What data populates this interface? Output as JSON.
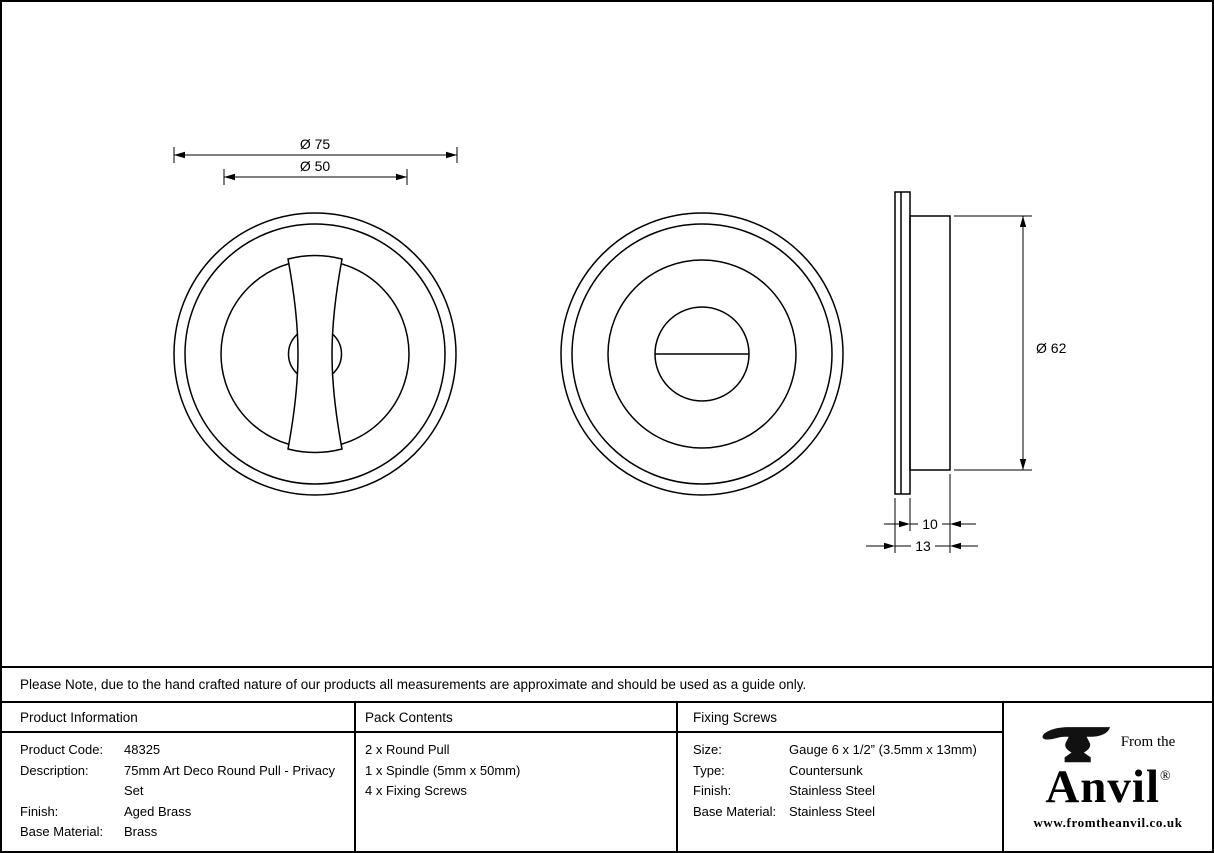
{
  "drawing": {
    "front_view": {
      "dim_outer_diameter": "Ø 75",
      "dim_recess_diameter": "Ø 50"
    },
    "side_view": {
      "dim_diameter": "Ø 62",
      "dim_depth_inner": "10",
      "dim_depth_total": "13"
    }
  },
  "note": "Please Note, due to the hand crafted nature of our products all measurements are approximate and should be used as a guide only.",
  "table": {
    "product_information": {
      "header": "Product Information",
      "rows": [
        {
          "label": "Product Code:",
          "value": "48325"
        },
        {
          "label": "Description:",
          "value": "75mm Art Deco Round Pull - Privacy Set"
        },
        {
          "label": "Finish:",
          "value": "Aged Brass"
        },
        {
          "label": "Base Material:",
          "value": "Brass"
        }
      ]
    },
    "pack_contents": {
      "header": "Pack Contents",
      "items": [
        "2 x Round Pull",
        "1 x Spindle (5mm x 50mm)",
        "4 x Fixing Screws"
      ]
    },
    "fixing_screws": {
      "header": "Fixing Screws",
      "rows": [
        {
          "label": "Size:",
          "value": "Gauge 6 x 1/2” (3.5mm x 13mm)"
        },
        {
          "label": "Type:",
          "value": "Countersunk"
        },
        {
          "label": "Finish:",
          "value": "Stainless Steel"
        },
        {
          "label": "Base Material:",
          "value": "Stainless Steel"
        }
      ]
    }
  },
  "brand": {
    "tagline": "From the",
    "name": "Anvil",
    "registered": "®",
    "website": "www.fromtheanvil.co.uk"
  }
}
